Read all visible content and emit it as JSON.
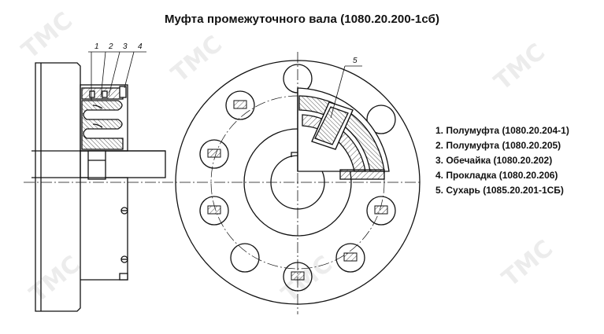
{
  "title": "Муфта промежуточного вала (1080.20.200-1сб)",
  "callouts": [
    "1",
    "2",
    "3",
    "4",
    "5"
  ],
  "legend": [
    "1. Полумуфта (1080.20.204-1)",
    "2. Полумуфта (1080.20.205)",
    "3. Обечайка (1080.20.202)",
    "4. Прокладка (1080.20.206)",
    "5. Сухарь (1085.20.201-1СБ)"
  ],
  "watermark": "ТМС"
}
